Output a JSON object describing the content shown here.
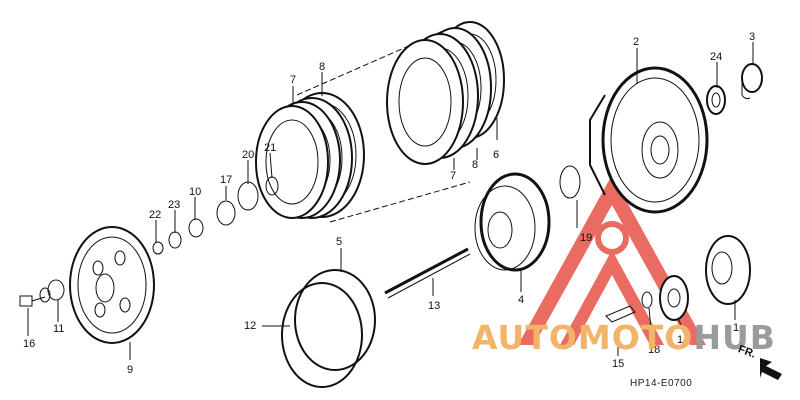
{
  "diagram": {
    "part_labels": [
      {
        "id": "2",
        "text": "2"
      },
      {
        "id": "3",
        "text": "3"
      },
      {
        "id": "24",
        "text": "24"
      },
      {
        "id": "7a",
        "text": "7"
      },
      {
        "id": "8a",
        "text": "8"
      },
      {
        "id": "6",
        "text": "6"
      },
      {
        "id": "8b",
        "text": "8"
      },
      {
        "id": "7b",
        "text": "7"
      },
      {
        "id": "21",
        "text": "21"
      },
      {
        "id": "20",
        "text": "20"
      },
      {
        "id": "17",
        "text": "17"
      },
      {
        "id": "10",
        "text": "10"
      },
      {
        "id": "23",
        "text": "23"
      },
      {
        "id": "22",
        "text": "22"
      },
      {
        "id": "19",
        "text": "19"
      },
      {
        "id": "5",
        "text": "5"
      },
      {
        "id": "4",
        "text": "4"
      },
      {
        "id": "13",
        "text": "13"
      },
      {
        "id": "12",
        "text": "12"
      },
      {
        "id": "11",
        "text": "11"
      },
      {
        "id": "16",
        "text": "16"
      },
      {
        "id": "9",
        "text": "9"
      },
      {
        "id": "1",
        "text": "1"
      },
      {
        "id": "14",
        "text": "14"
      },
      {
        "id": "18",
        "text": "18"
      },
      {
        "id": "15",
        "text": "15"
      }
    ],
    "diagram_code": "HP14-E0700",
    "front_arrow_label": "FR."
  },
  "watermark": {
    "part1": "AUTOMOTO",
    "part2": "HUB",
    "color_orange": "#f2b36a",
    "color_gray": "#9b9b9b",
    "logo_color": "#e23a2e"
  }
}
